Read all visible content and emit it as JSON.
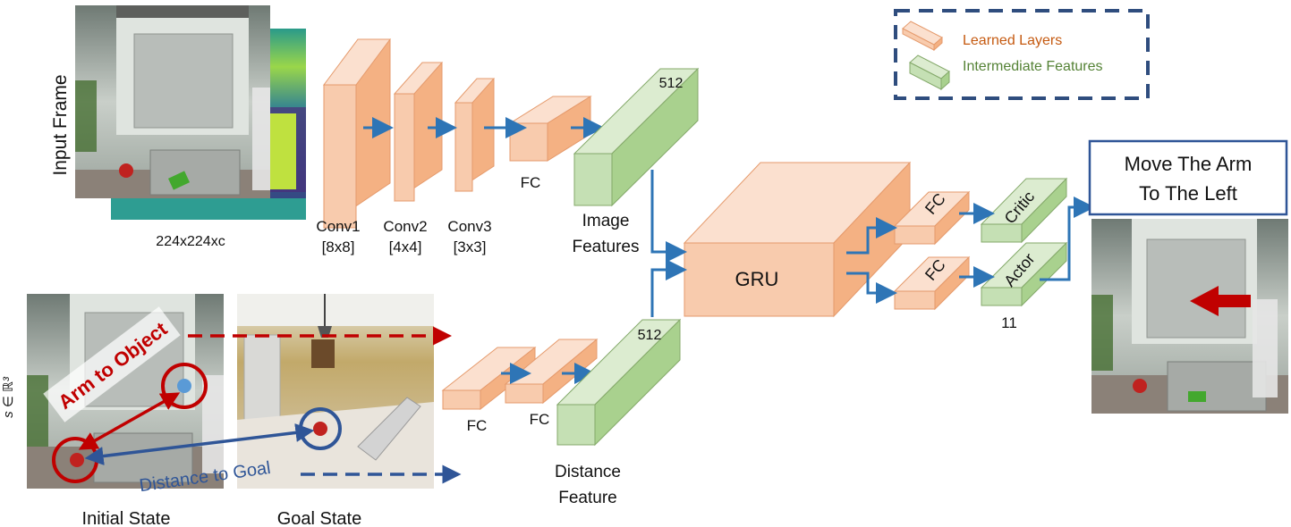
{
  "colors": {
    "learned_face": "#f8cbad",
    "learned_side": "#f4b183",
    "learned_top": "#fbe0cf",
    "learned_stroke": "#e59a6c",
    "feature_face": "#c5e0b4",
    "feature_side": "#a9d18e",
    "feature_top": "#dcecd0",
    "feature_stroke": "#84a96a",
    "arrow_blue": "#2e75b6",
    "arrow_red": "#c00000",
    "legend_border": "#2f4d7e",
    "legend_learned_text": "#c55a11",
    "legend_feature_text": "#548235",
    "output_box_border": "#2f5597",
    "annot_red": "#c00000",
    "annot_blue": "#2f5597"
  },
  "legend": {
    "learned": "Learned Layers",
    "features": "Intermediate Features"
  },
  "input": {
    "title": "Input Frame",
    "size": "224x224xc"
  },
  "conv": [
    {
      "name": "Conv1",
      "kernel": "[8x8]"
    },
    {
      "name": "Conv2",
      "kernel": "[4x4]"
    },
    {
      "name": "Conv3",
      "kernel": "[3x3]"
    }
  ],
  "fc_image": "FC",
  "image_features": {
    "line1": "Image",
    "line2": "Features",
    "dim": "512"
  },
  "distance_branch": {
    "fc1": "FC",
    "fc2": "FC",
    "line1": "Distance",
    "line2": "Feature",
    "dim": "512"
  },
  "gru": "GRU",
  "heads": {
    "fc_top": "FC",
    "fc_bottom": "FC",
    "critic": "Critic",
    "actor": "Actor",
    "actor_dim": "11"
  },
  "output": {
    "line1": "Move The Arm",
    "line2": "To The Left"
  },
  "states": {
    "initial": "Initial State",
    "goal": "Goal State",
    "arm_to_object": "Arm to Object",
    "distance_to_goal": "Distance to Goal",
    "side_label": "s ∈ ℝ³"
  }
}
